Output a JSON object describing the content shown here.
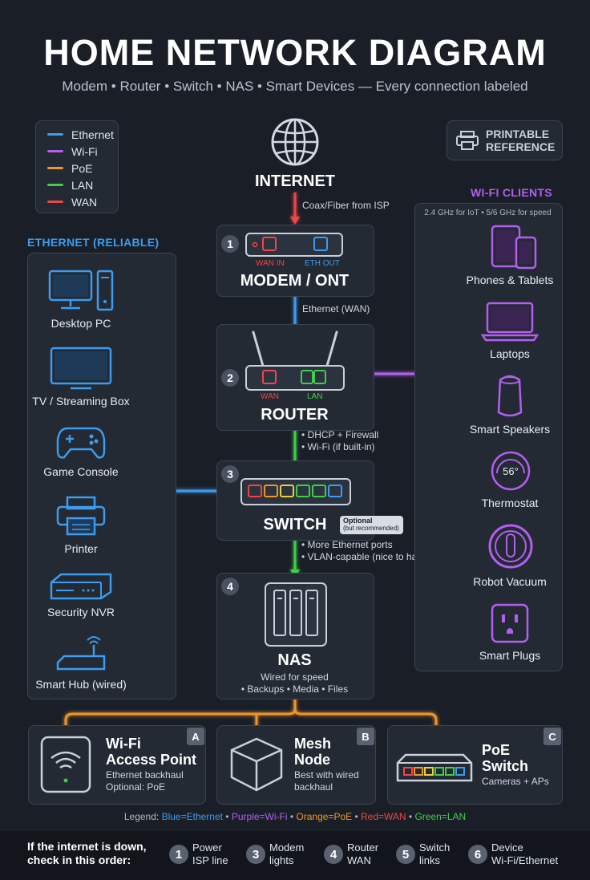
{
  "title": "HOME NETWORK DIAGRAM",
  "subtitle": "Modem • Router • Switch • NAS • Smart Devices — Every connection labeled",
  "legend_box": [
    {
      "label": "Ethernet",
      "color": "#3d9cf0"
    },
    {
      "label": "Wi-Fi",
      "color": "#b45ef0"
    },
    {
      "label": "PoE",
      "color": "#f0952a"
    },
    {
      "label": "LAN",
      "color": "#3fcf4a"
    },
    {
      "label": "WAN",
      "color": "#f0454a"
    }
  ],
  "printable": {
    "line1": "PRINTABLE",
    "line2": "REFERENCE",
    "icon": "printer-icon"
  },
  "internet": {
    "label": "INTERNET",
    "icon": "globe-icon",
    "link_label": "Coax/Fiber from ISP"
  },
  "modem": {
    "number": "1",
    "label": "MODEM / ONT",
    "port_in": "WAN IN",
    "port_out": "ETH OUT",
    "link_label": "Ethernet (WAN)"
  },
  "router": {
    "number": "2",
    "label": "ROUTER",
    "port_wan": "WAN",
    "port_lan": "LAN",
    "link_line1": "• DHCP + Firewall",
    "link_line2": "• Wi-Fi (if built-in)"
  },
  "switch": {
    "number": "3",
    "label": "SWITCH",
    "badge_line1": "Optional",
    "badge_line2": "(but recommended)",
    "link_line1": "• More Ethernet ports",
    "link_line2": "• VLAN-capable (nice to have)"
  },
  "nas": {
    "number": "4",
    "label": "NAS",
    "line1": "Wired for speed",
    "line2": "• Backups • Media • Files"
  },
  "ethernet_section": {
    "heading": "ETHERNET (RELIABLE)",
    "devices": [
      {
        "label": "Desktop PC",
        "icon": "desktop-pc-icon"
      },
      {
        "label": "TV / Streaming Box",
        "icon": "tv-icon"
      },
      {
        "label": "Game Console",
        "icon": "gamepad-icon"
      },
      {
        "label": "Printer",
        "icon": "printer-icon"
      },
      {
        "label": "Security NVR",
        "icon": "nvr-icon"
      },
      {
        "label": "Smart Hub (wired)",
        "icon": "smart-hub-icon"
      }
    ]
  },
  "wifi_section": {
    "heading": "WI-FI CLIENTS",
    "note": "2.4 GHz for IoT • 5/6 GHz for speed",
    "thermostat_value": "56°",
    "devices": [
      {
        "label": "Phones & Tablets",
        "icon": "phone-tablet-icon"
      },
      {
        "label": "Laptops",
        "icon": "laptop-icon"
      },
      {
        "label": "Smart Speakers",
        "icon": "speaker-icon"
      },
      {
        "label": "Thermostat",
        "icon": "thermostat-icon"
      },
      {
        "label": "Robot Vacuum",
        "icon": "robot-vacuum-icon"
      },
      {
        "label": "Smart Plugs",
        "icon": "smart-plug-icon"
      }
    ]
  },
  "bottom_cards": [
    {
      "letter": "A",
      "title1": "Wi-Fi",
      "title2": "Access Point",
      "desc1": "Ethernet backhaul",
      "desc2": "Optional: PoE",
      "icon": "access-point-icon"
    },
    {
      "letter": "B",
      "title1": "Mesh",
      "title2": "Node",
      "desc1": "Best with wired",
      "desc2": "backhaul",
      "icon": "mesh-node-icon"
    },
    {
      "letter": "C",
      "title1": "PoE",
      "title2": "Switch",
      "desc1": "Cameras + APs",
      "desc2": "",
      "icon": "poe-switch-icon"
    }
  ],
  "bottom_legend": {
    "prefix": "Legend:",
    "items": [
      {
        "text": "Blue=Ethernet",
        "color": "#3d9cf0"
      },
      {
        "text": "Purple=Wi-Fi",
        "color": "#b45ef0"
      },
      {
        "text": "Orange=PoE",
        "color": "#f0952a"
      },
      {
        "text": "Red=WAN",
        "color": "#f0454a"
      },
      {
        "text": "Green=LAN",
        "color": "#3fcf4a"
      }
    ]
  },
  "troubleshoot": {
    "heading1": "If the internet is down,",
    "heading2": "check in this order:",
    "steps": [
      {
        "num": "1",
        "line1": "Power",
        "line2": "ISP line"
      },
      {
        "num": "3",
        "line1": "Modem",
        "line2": "lights"
      },
      {
        "num": "4",
        "line1": "Router",
        "line2": "WAN"
      },
      {
        "num": "5",
        "line1": "Switch",
        "line2": "links"
      },
      {
        "num": "6",
        "line1": "Device",
        "line2": "Wi-Fi/Ethernet"
      }
    ]
  }
}
